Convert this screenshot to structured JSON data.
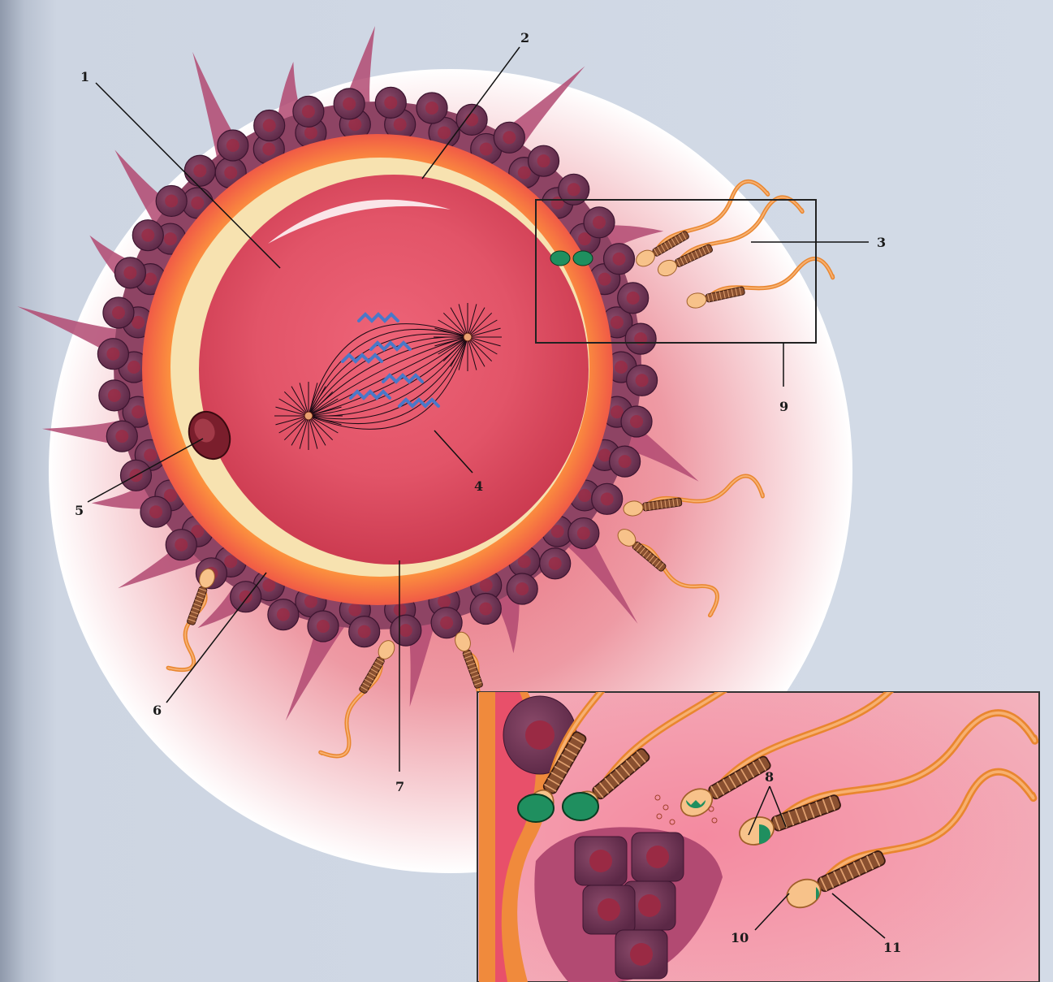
{
  "figure": {
    "labels": {
      "l1": "1",
      "l2": "2",
      "l3": "3",
      "l4": "4",
      "l5": "5",
      "l6": "6",
      "l7": "7",
      "l8": "8",
      "l9": "9",
      "l10": "10",
      "l11": "11"
    }
  },
  "colors": {
    "background": "#d3dbe7",
    "corona_halo": "#f4c3c8",
    "follicle_cell": "#7a3f5c",
    "zona_pellucida": "#f08a3c",
    "ooplasm": "#e8506a",
    "perivitelline": "#f6dfa8",
    "sperm": "#e9862f",
    "acrosome_green": "#1f8f5f",
    "chromosome_blue": "#4a78c8"
  }
}
